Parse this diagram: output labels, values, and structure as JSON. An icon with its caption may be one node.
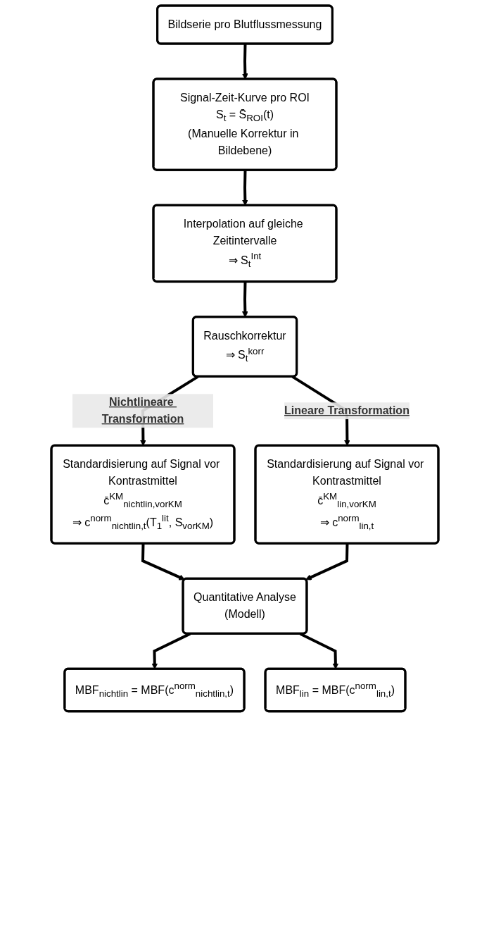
{
  "diagram": {
    "nodes": [
      {
        "text": [
          "Bildserie pro Blutflussmessung"
        ]
      },
      {
        "text": [
          "Signal-Zeit-Kurve pro ROI",
          "S$_{t}$ = S̄$_{ROI}$(t)",
          "(Manuelle Korrektur in Bildebene)"
        ]
      },
      {
        "text": [
          "Interpolation auf gleiche Zeitintervalle",
          "⇒ S$_{t}$$^{Int}$"
        ]
      },
      {
        "text": [
          "Rauschkorrektur",
          "⇒ S$_{t}$$^{korr}$"
        ]
      },
      {
        "text": [
          "Standardisierung auf Signal vor Kontrastmittel",
          "c̄$^{KM}$$_{nichtlin,vorKM}$",
          "⇒ c$^{norm}$$_{nichtlin,t}$(T$_{1}$$^{lit}$, S$_{vorKM}$)"
        ]
      },
      {
        "text": [
          "Standardisierung auf Signal vor Kontrastmittel",
          "c̄$^{KM}$$_{lin,vorKM}$",
          "⇒ c$^{norm}$$_{lin,t}$"
        ]
      },
      {
        "text": [
          "Quantitative Analyse",
          "(Modell)"
        ]
      },
      {
        "text": [
          "MBF$_{nichtlin}$ = MBF(c$^{norm}$$_{nichtlin,t}$)"
        ]
      },
      {
        "text": [
          "MBF$_{lin}$ = MBF(c$^{norm}$$_{lin,t}$)"
        ]
      }
    ],
    "edges": [
      {
        "from": 0,
        "to": 1,
        "arrow": "to"
      },
      {
        "from": 1,
        "to": 2,
        "arrow": "to"
      },
      {
        "from": 2,
        "to": 3,
        "arrow": "to"
      },
      {
        "from": 3,
        "to": 4,
        "arrow": "to",
        "label": "Nichtlineare Transformation"
      },
      {
        "from": 3,
        "to": 5,
        "arrow": "to",
        "label": "Lineare Transformation"
      },
      {
        "from": 4,
        "to": 6,
        "arrow": "to"
      },
      {
        "from": 5,
        "to": 6,
        "arrow": "to"
      },
      {
        "from": 6,
        "to": 7,
        "arrow": "to"
      },
      {
        "from": 6,
        "to": 8,
        "arrow": "to"
      }
    ]
  }
}
